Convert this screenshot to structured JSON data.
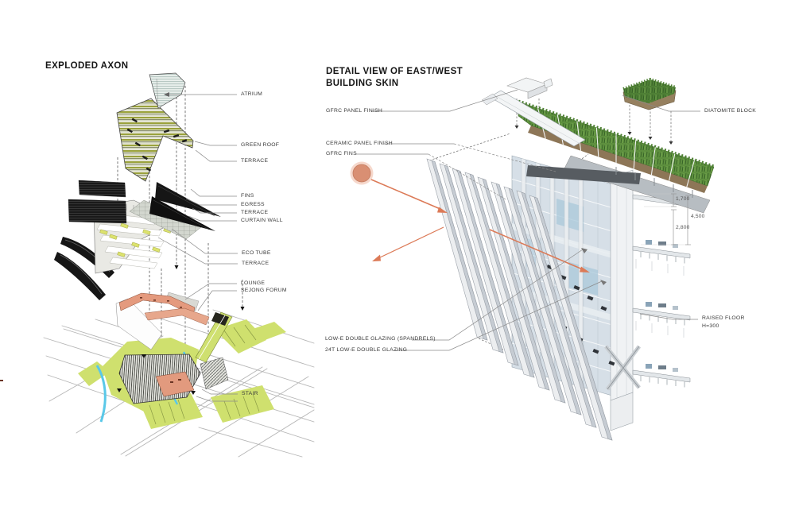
{
  "left_panel": {
    "title": "EXPLODED AXON",
    "labels": {
      "atrium": "ATRIUM",
      "green_roof": "GREEN ROOF",
      "terrace_1": "TERRACE",
      "fins": "FINS",
      "egress": "EGRESS",
      "terrace_2": "TERRACE",
      "curtain_wall": "CURTAIN WALL",
      "eco_tube": "ECO TUBE",
      "terrace_3": "TERRACE",
      "lounge": "LOUNGE",
      "sejong_forum": "SEJONG FORUM",
      "stair": "STAIR"
    }
  },
  "right_panel": {
    "title_line1": "DETAIL VIEW OF EAST/WEST",
    "title_line2": "BUILDING SKIN",
    "labels": {
      "gfrc_panel_finish": "GFRC PANEL FINISH",
      "ceramic_panel_finish": "CERAMIC PANEL FINISH",
      "gfrc_fins": "GFRC FINS",
      "diatomite_block": "DIATOMITE BLOCK",
      "low_e_spandrels": "LOW-E DOUBLE GLAZING (SPANDRELS)",
      "low_e_24t": "24T LOW-E DOUBLE GLAZING",
      "raised_floor": "RAISED FLOOR",
      "raised_floor_height": "H=300"
    },
    "dimensions": {
      "d1": "1,700",
      "d2": "4,500",
      "d3": "2,800"
    }
  },
  "colors": {
    "accent_orange": "#dc7a57",
    "sun_fill": "#d98f73",
    "grass_green": "#5d8f3e",
    "site_lime": "#cfe06e",
    "salmon": "#e49a7e",
    "water_blue": "#5ac8e8"
  }
}
